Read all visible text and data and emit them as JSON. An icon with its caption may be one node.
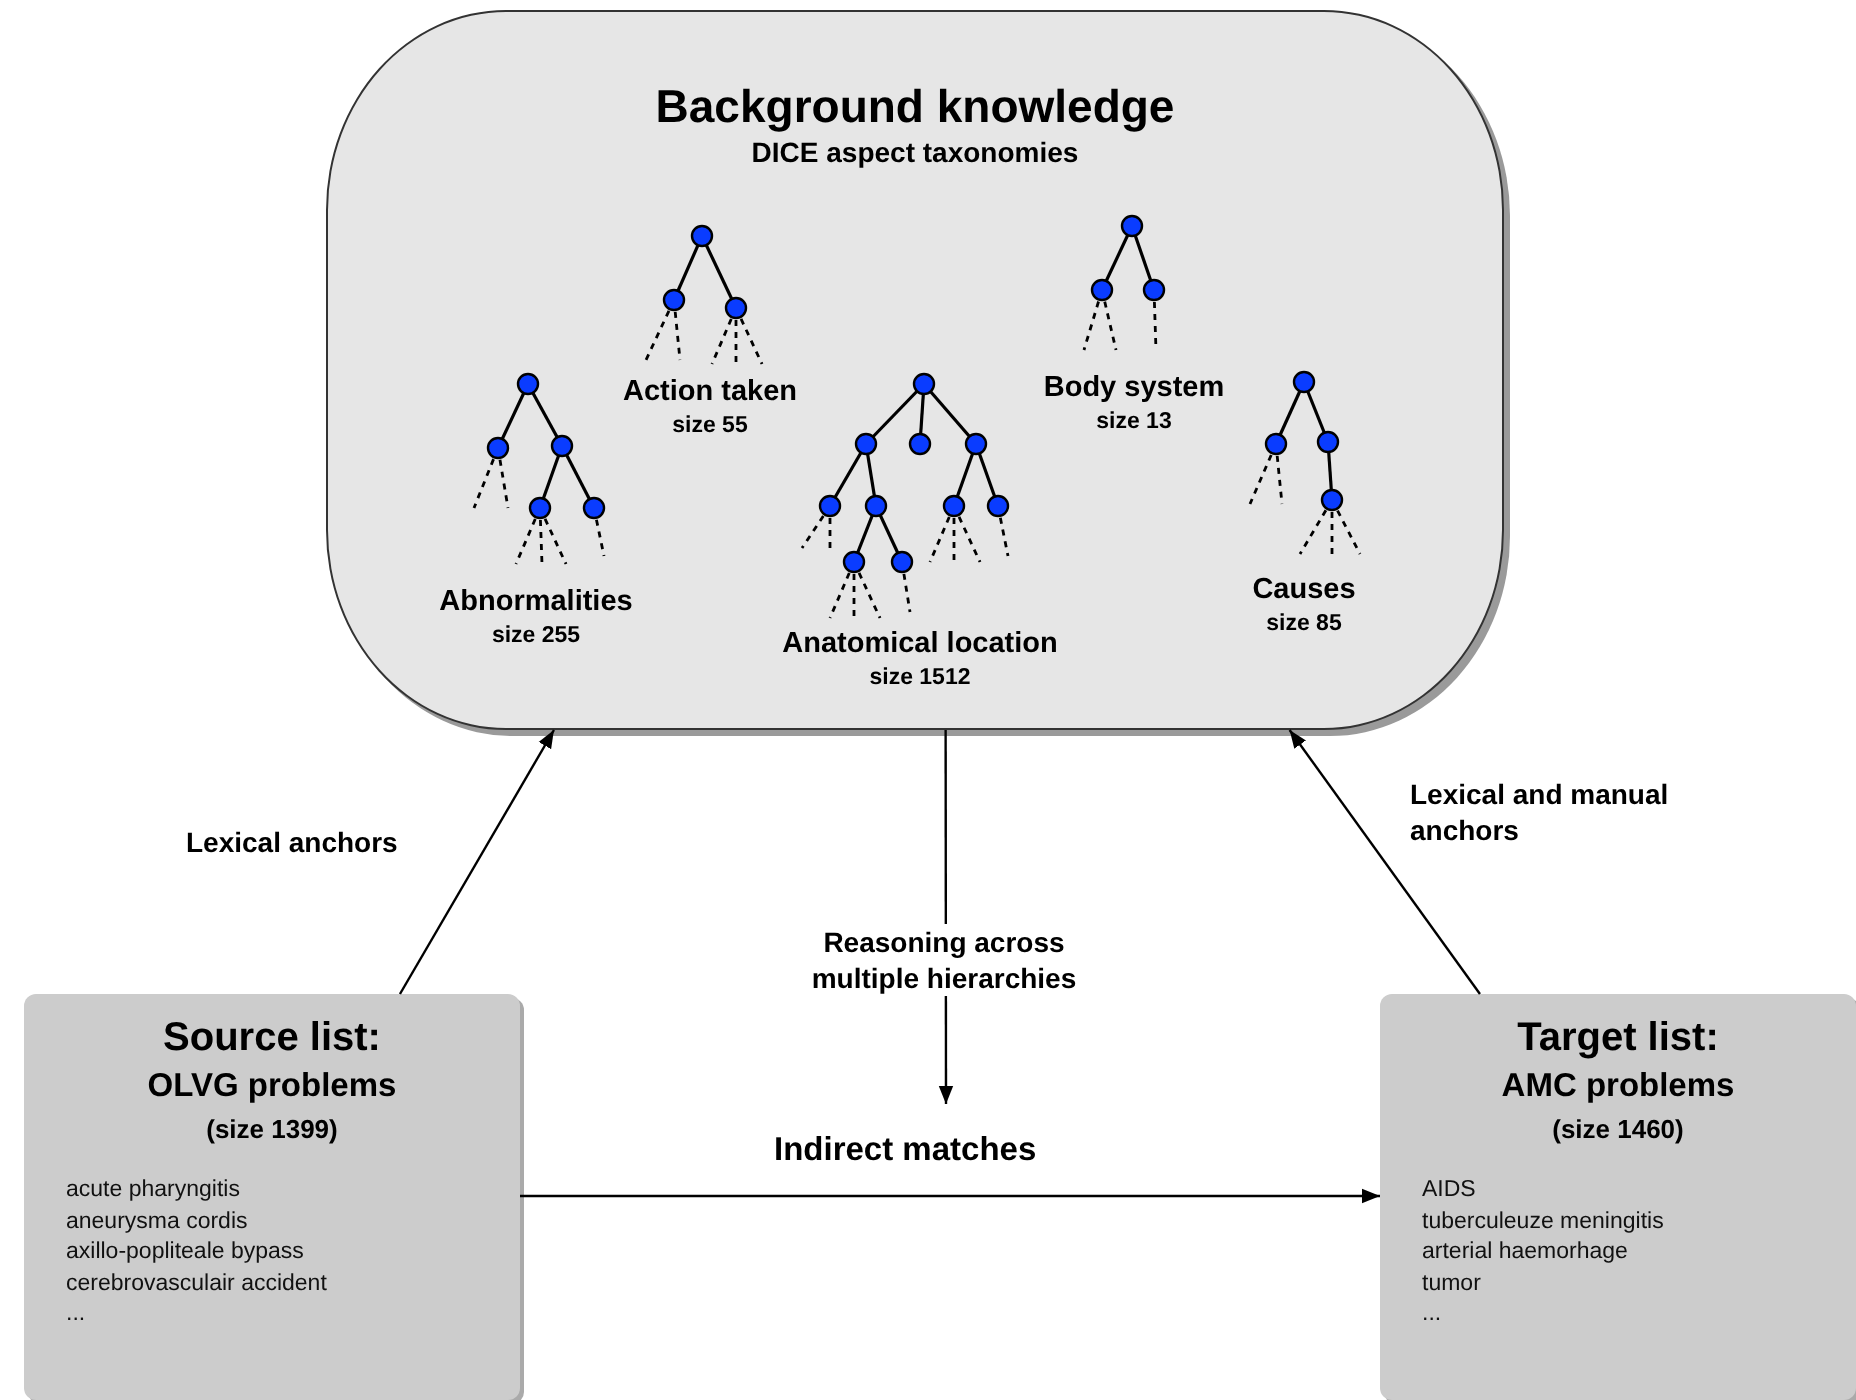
{
  "diagram": {
    "nodes": [
      {
        "text": [
          "Background knowledge",
          "DICE aspect taxonomies"
        ]
      },
      {
        "text": [
          "Action taken",
          "size 55"
        ],
        "in": 0
      },
      {
        "text": [
          "Body system",
          "size 13"
        ],
        "in": 0
      },
      {
        "text": [
          "Abnormalities",
          "size 255"
        ],
        "in": 0
      },
      {
        "text": [
          "Anatomical location",
          "size 1512"
        ],
        "in": 0
      },
      {
        "text": [
          "Causes",
          "size 85"
        ],
        "in": 0
      },
      {
        "text": [
          "Source list:",
          "OLVG problems",
          "(size 1399)",
          "acute pharyngitis",
          "aneurysma cordis",
          "axillo-popliteale bypass",
          "cerebrovasculair accident",
          "..."
        ]
      },
      {
        "text": [
          "Target list:",
          "AMC problems",
          "(size 1460)",
          "AIDS",
          "tuberculeuze meningitis",
          "arterial haemorhage",
          "tumor",
          "..."
        ]
      }
    ],
    "edges": [
      {
        "from": 6,
        "to": 0,
        "arrow": "to",
        "label": "Lexical anchors"
      },
      {
        "from": 7,
        "to": 0,
        "arrow": "to",
        "label": "Lexical and manual anchors"
      },
      {
        "from": 0,
        "to": null,
        "arrow": "to",
        "label": "Reasoning across multiple hierarchies"
      },
      {
        "from": 6,
        "to": 7,
        "arrow": "to",
        "label": "Indirect matches"
      }
    ]
  }
}
